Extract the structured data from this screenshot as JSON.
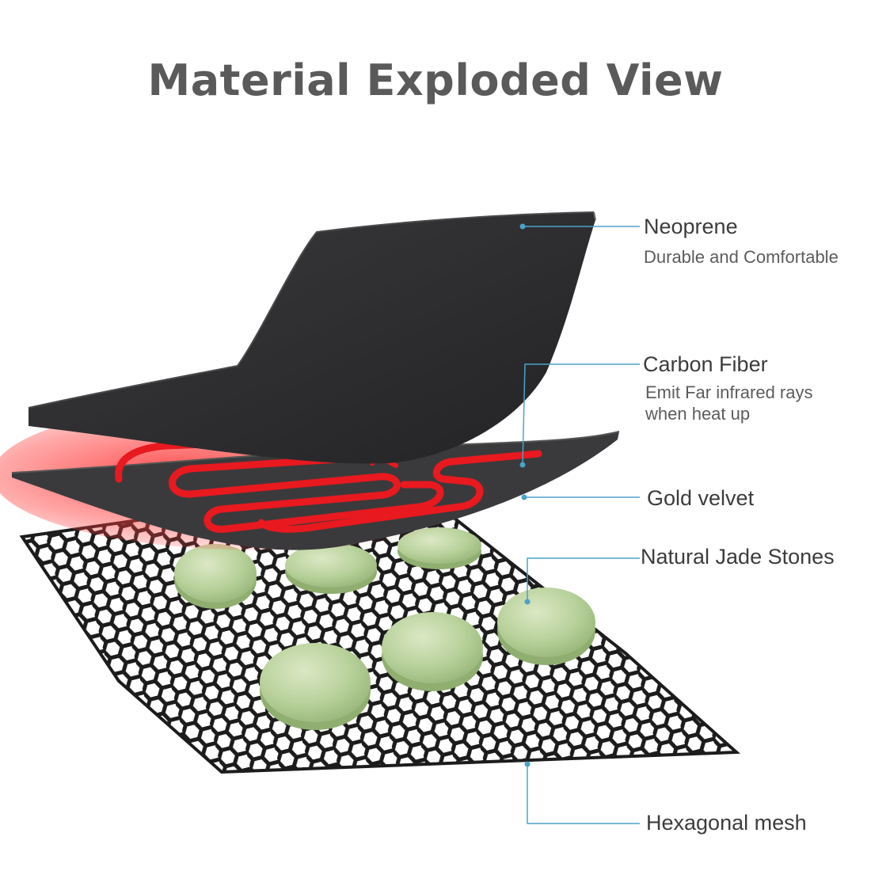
{
  "title": "Material Exploded View",
  "layers": [
    {
      "name": "Neoprene",
      "description": "Durable and Comfortable"
    },
    {
      "name": "Carbon Fiber",
      "description_lines": [
        "Emit Far infrared rays",
        "when heat up"
      ]
    },
    {
      "name": "Gold velvet"
    },
    {
      "name": "Natural Jade Stones"
    },
    {
      "name": "Hexagonal mesh"
    }
  ],
  "colors": {
    "callout_line": "#4aa3c8",
    "heating_wire": "#e0191f",
    "jade": "#b7d09a",
    "neoprene": "#2e2e30",
    "mesh": "#1e1e1e"
  }
}
